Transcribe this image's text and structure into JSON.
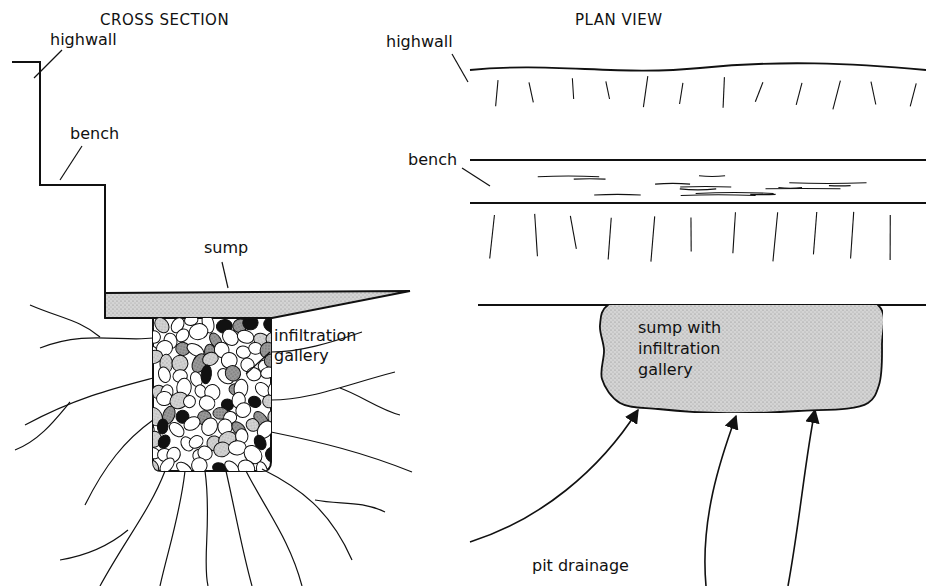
{
  "diagram": {
    "nodes": [
      {
        "text": [
          "sump with infiltration gallery"
        ]
      }
    ],
    "labels": [
      "CROSS SECTION",
      "PLAN VIEW",
      "highwall",
      "bench",
      "sump",
      "infiltration gallery",
      "highwall",
      "bench",
      "pit drainage"
    ]
  }
}
